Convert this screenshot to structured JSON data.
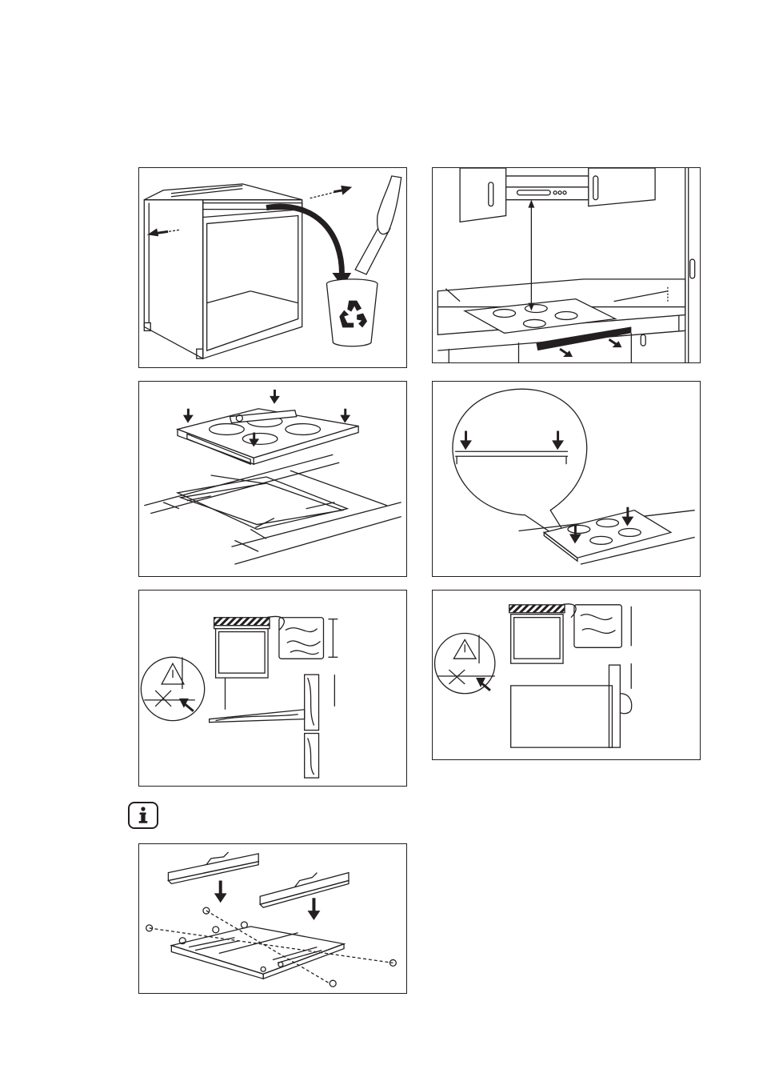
{
  "page": {
    "background": "#ffffff",
    "line_color": "#231f20"
  },
  "panels": [
    {
      "id": "p1",
      "icon": "cabinet-remove-crossbar-recycle-icon"
    },
    {
      "id": "p2",
      "icon": "kitchen-hob-clearance-icon"
    },
    {
      "id": "p3",
      "icon": "hob-cutout-dimensions-icon"
    },
    {
      "id": "p4",
      "icon": "hob-seal-press-magnifier-icon"
    },
    {
      "id": "p5",
      "icon": "worktop-section-warning-icon"
    },
    {
      "id": "p6",
      "icon": "worktop-oven-section-warning-icon"
    },
    {
      "id": "p7",
      "icon": "bracket-frame-assembly-icon"
    }
  ],
  "info_icon": "info-icon"
}
